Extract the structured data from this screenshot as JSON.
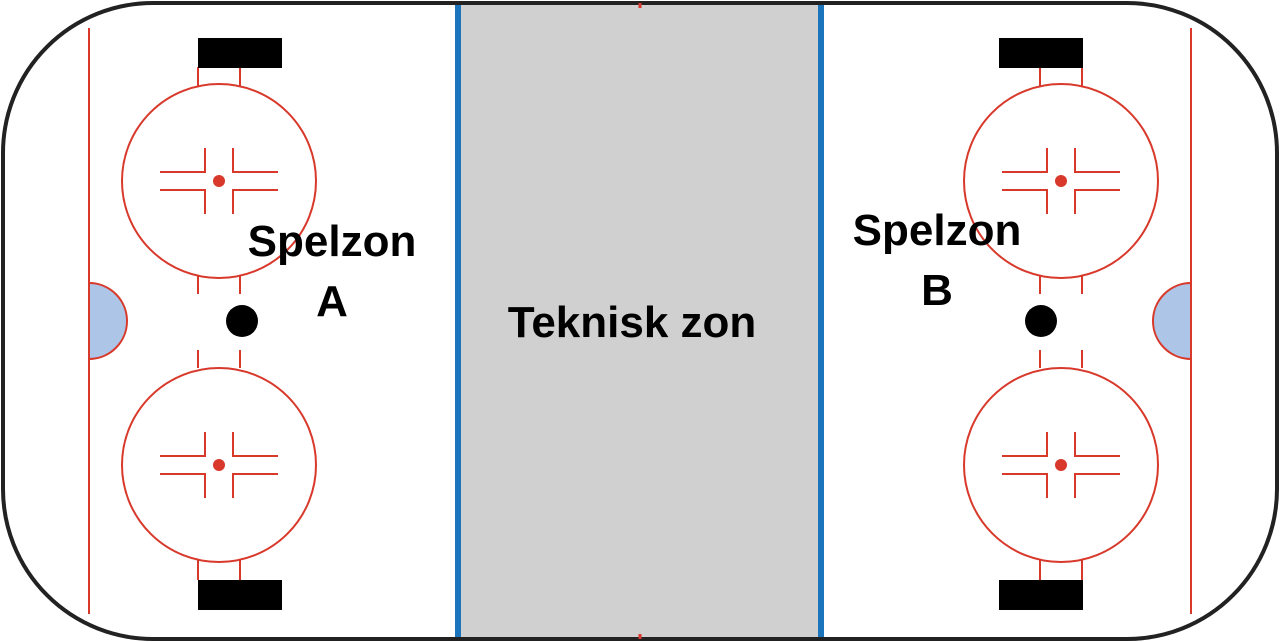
{
  "labels": {
    "zone_a_line1": "Spelzon",
    "zone_a_line2": "A",
    "technical_zone": "Teknisk zon",
    "zone_b_line1": "Spelzon",
    "zone_b_line2": "B"
  },
  "colors": {
    "ice": "#ffffff",
    "board": "#222222",
    "red_line": "#d8392b",
    "blue_line": "#1b75bc",
    "crease": "#adc6e8",
    "technical_zone_fill": "#d0d0d0",
    "marker": "#000000",
    "text": "#000000"
  }
}
